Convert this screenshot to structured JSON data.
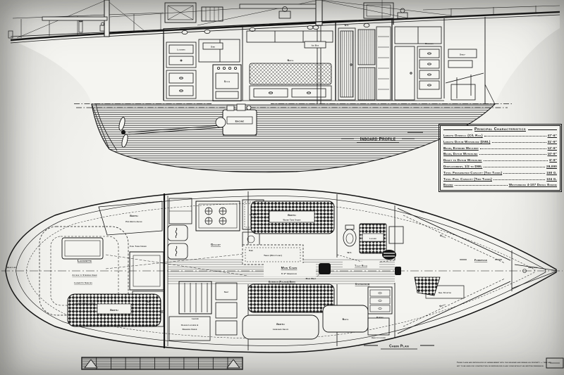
{
  "sheet": {
    "profile_title": "Inboard Profile",
    "plan_title": "Cabin Plan",
    "baseline_left": "Base Line",
    "baseline_right": "Base Line",
    "notes_line1": "These plans are reproduced by arrangement with the designer and remain his property — they are",
    "notes_line2": "not to be used for construction or reproduced in any form without his written permission."
  },
  "characteristics": {
    "title": "Principal Characteristics",
    "rows": [
      {
        "label": "Length Overall (C/L Rail)",
        "value": "47'-6\""
      },
      {
        "label": "Length Datum Waterline (DWL)",
        "value": "31'-9\""
      },
      {
        "label": "Beam, Extreme Moulded",
        "value": "12'-6\""
      },
      {
        "label": "Beam, Datum Waterline",
        "value": "10'-9\""
      },
      {
        "label": "Draft to Datum Waterline",
        "value": "6'-9\""
      },
      {
        "label": "Displacement, 1/2 to DWL",
        "value": "28,000"
      },
      {
        "label": "Total Freshwater Capacity (Two Tanks)",
        "value": "150 G."
      },
      {
        "label": "Total Fuel Capacity (Two Tanks)",
        "value": "104 G."
      },
      {
        "label": "Engine",
        "value": "Westerbeke 4-107 Diesel Engine"
      }
    ]
  },
  "profile_labels": {
    "lockers": "Lockers",
    "sink": "Sink",
    "stove": "Stove",
    "berth": "Berth",
    "ice_box": "Ice Box",
    "dresser": "Dresser",
    "shelf": "Shelf",
    "engine": "Engine",
    "wc": "W.C."
  },
  "plan_labels": {
    "lazarette": "Lazarette",
    "access_steering": "Access to Steering Gear",
    "lazarette_shelves": "Lazarette Shelves",
    "lazarette_hatch": "Lazarette Hatch Over",
    "fuel_tank": "Fuel Tank Under",
    "berth_quarter": "Berth",
    "pipe_berth": "Pipe Berth Above",
    "berth_aft": "Berth",
    "seat": "Seat",
    "galley": "Galley",
    "ice_box": "Ice Box",
    "sink": "Sink",
    "ladder": "Ladder",
    "oilskin_line1": "Oilskin Lockers &",
    "oilskin_line2": "Drawers Under",
    "berth_main": "Berth",
    "water_tank": "Water Tank Under",
    "table": "Table (Drop Leaf)",
    "main_cabin": "Main Cabin",
    "headroom": "6'-2\" Headroom",
    "main_mast": "Main Mast",
    "extension_berth": "Extension (Pullman) Berth",
    "berth_lee": "Berth",
    "leeboard": "Leeboard Above",
    "stateroom": "Stateroom",
    "bureau": "Bureau",
    "berth_stateroom": "Berth",
    "hanging_locker": "Hang'g Locker",
    "locker": "Locker",
    "toilet_room": "Toilet Room",
    "wc": "W.C.",
    "forepeak": "Forepeak",
    "berth_fwd_upper": "Berth",
    "berth_fwd_lower": "Berth",
    "shelf": "Shelf",
    "sail_stowage": "Sail Stow'ge"
  }
}
